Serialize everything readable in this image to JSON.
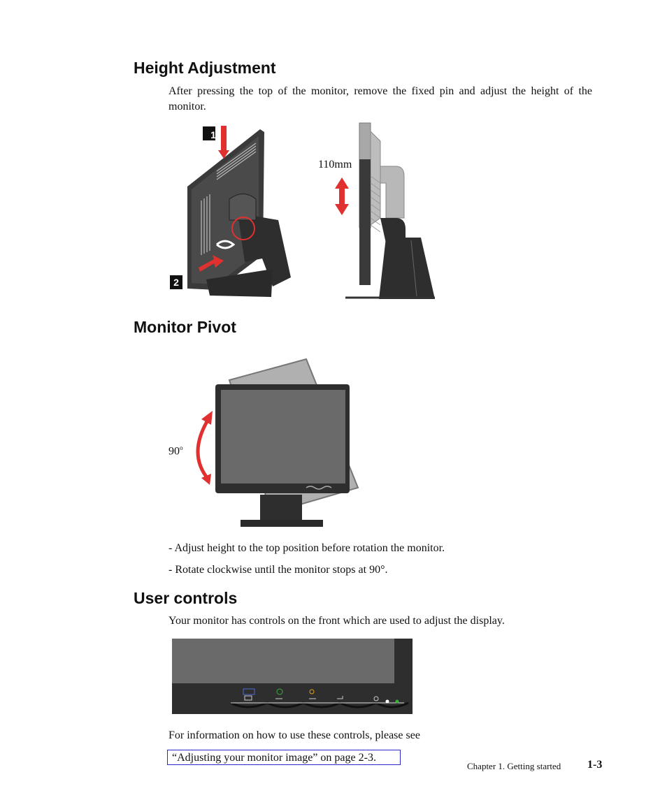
{
  "sections": {
    "height": {
      "title": "Height Adjustment",
      "text": "After pressing the top of the monitor, remove the fixed pin and adjust the height of the monitor.",
      "step1": "1",
      "step2": "2",
      "distance": "110mm"
    },
    "pivot": {
      "title": "Monitor Pivot",
      "angle": "90",
      "angle_sup": "o",
      "bullet1": "- Adjust height to the top position before rotation the monitor.",
      "bullet2": "- Rotate clockwise until the monitor stops at 90°."
    },
    "controls": {
      "title": "User controls",
      "text": "Your monitor has controls on the front which are used to adjust the display.",
      "info": "For information on how to use these controls, please see",
      "link": "“Adjusting your monitor image” on page 2-3."
    }
  },
  "footer": {
    "chapter": "Chapter 1. Getting started",
    "page": "1-3"
  },
  "colors": {
    "arrow": "#e03030",
    "monitor_dark": "#3a3a3a",
    "monitor_gray": "#a8a8a8",
    "screen": "#6a6a6a",
    "link_border": "#2a2acc",
    "led": "#3ab03a"
  }
}
